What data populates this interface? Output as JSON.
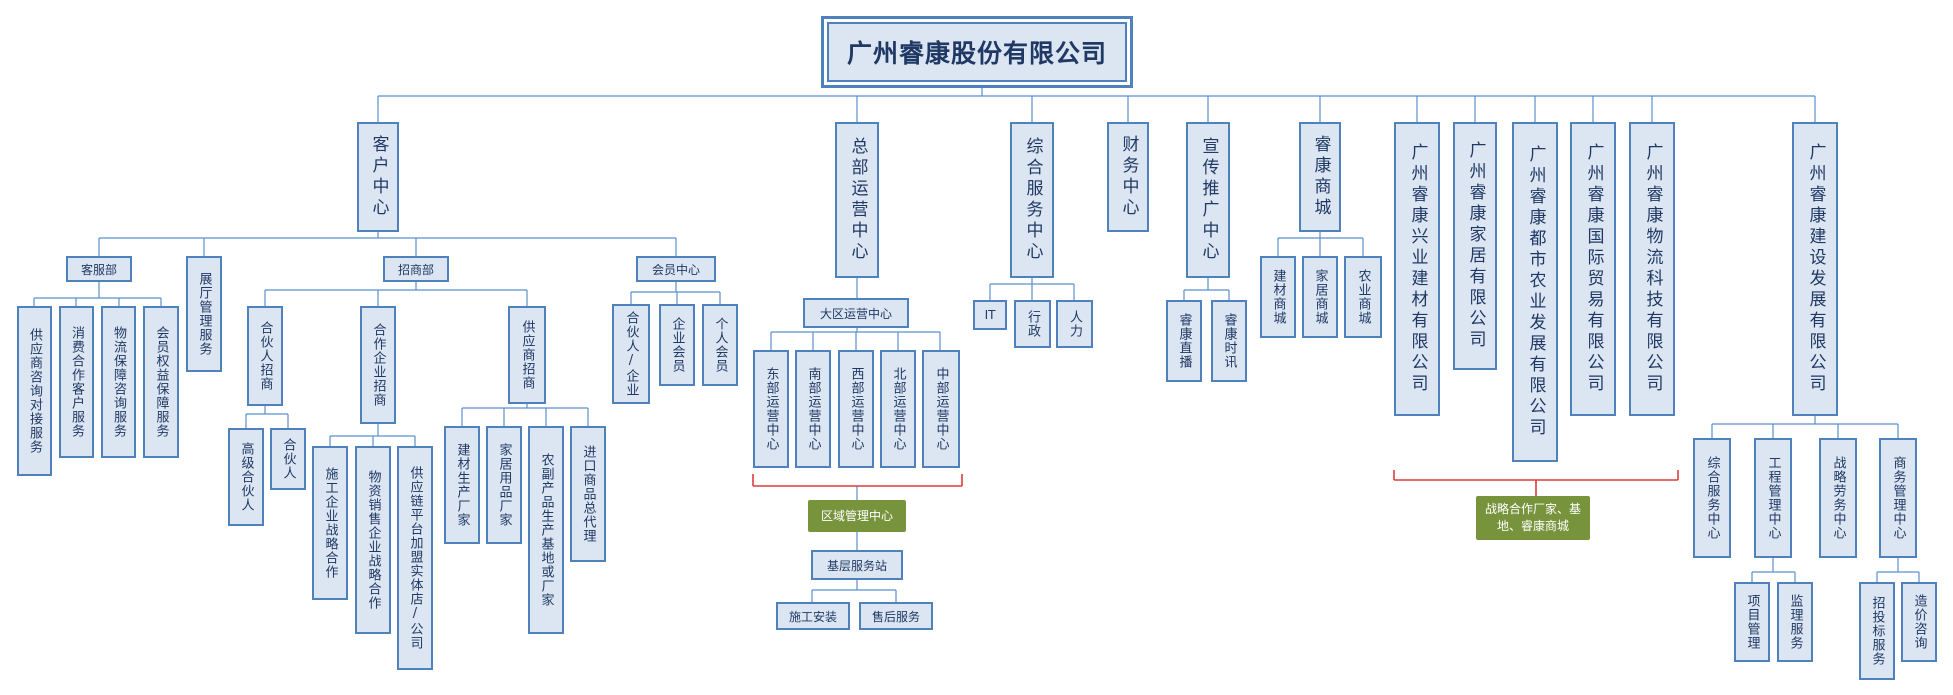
{
  "title": "广州睿康股份有限公司",
  "colors": {
    "box_fill": "#dce6f2",
    "box_border": "#4f81bd",
    "line": "#5b8fce",
    "bracket": "#e03a3a",
    "note_fill": "#77933c"
  },
  "level1": {
    "customer": "客户中心",
    "ops": "总部运营中心",
    "general": "综合服务中心",
    "finance": "财务中心",
    "publicity": "宣传推广中心",
    "mall": "睿康商城",
    "xingye": "广州睿康兴业建材有限公司",
    "jiaju": "广州睿康家居有限公司",
    "dushi": "广州睿康都市农业发展有限公司",
    "guoji": "广州睿康国际贸易有限公司",
    "wuliu": "广州睿康物流科技有限公司",
    "jianshe": "广州睿康建设发展有限公司"
  },
  "customer_center": {
    "service_dept": "客服部",
    "showroom": "展厅管理服务",
    "service_items": [
      "供应商咨询对接服务",
      "消费合作客户服务",
      "物流保障咨询服务",
      "会员权益保障服务"
    ],
    "invest_dept": "招商部",
    "invest_groups": [
      {
        "name": "合伙人招商",
        "items": [
          "高级合伙人",
          "合伙人"
        ]
      },
      {
        "name": "合作企业招商",
        "items": [
          "施工企业战略合作",
          "物资销售企业战略合作",
          "供应链平台加盟实体店/公司"
        ]
      },
      {
        "name": "供应商招商",
        "items": [
          "建材生产厂家",
          "家居用品厂家",
          "农副产品生产基地或厂家",
          "进口商品总代理"
        ]
      }
    ],
    "member_dept": "会员中心",
    "member_items": [
      "合伙人/企业",
      "企业会员",
      "个人会员"
    ]
  },
  "ops_center": {
    "region": "大区运营中心",
    "regions": [
      "东部运营中心",
      "南部运营中心",
      "西部运营中心",
      "北部运营中心",
      "中部运营中心"
    ],
    "note": "区域管理中心",
    "station": "基层服务站",
    "station_items": [
      "施工安装",
      "售后服务"
    ]
  },
  "general_items": [
    "IT",
    "行政",
    "人力"
  ],
  "publicity_items": [
    "睿康直播",
    "睿康时讯"
  ],
  "mall_items": [
    "建材商城",
    "家居商城",
    "农业商城"
  ],
  "strategic_note": "战略合作厂家、基地、睿康商城",
  "jianshe_units": [
    {
      "name": "综合服务中心",
      "items": []
    },
    {
      "name": "工程管理中心",
      "items": [
        "项目管理",
        "监理服务"
      ]
    },
    {
      "name": "战略劳务中心",
      "items": []
    },
    {
      "name": "商务管理中心",
      "items": [
        "招投标服务",
        "造价咨询"
      ]
    }
  ]
}
